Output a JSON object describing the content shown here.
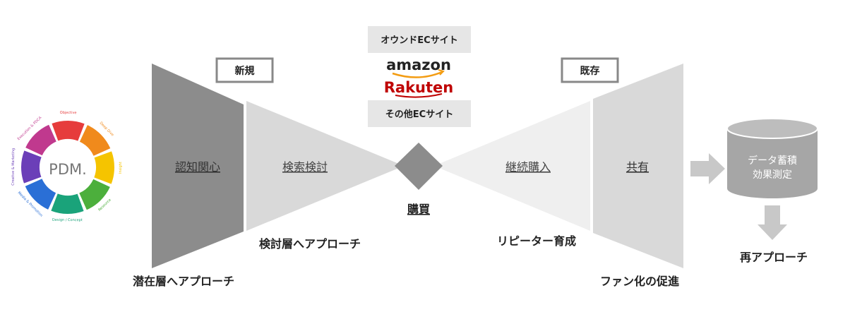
{
  "logo": {
    "brand": "PDM.",
    "segments": [
      {
        "label": "Objective",
        "color": "#e63c3c"
      },
      {
        "label": "Deep Dive",
        "color": "#f08a1c"
      },
      {
        "label": "Insight",
        "color": "#f5c400"
      },
      {
        "label": "Resource",
        "color": "#4caf3c"
      },
      {
        "label": "Design / Concept",
        "color": "#1aa37a"
      },
      {
        "label": "Media & Promotion",
        "color": "#2a6fd6"
      },
      {
        "label": "Creative & Marketing",
        "color": "#6b3fb8"
      },
      {
        "label": "Execution & PDCA",
        "color": "#c0398e"
      }
    ]
  },
  "funnel": {
    "stage1": "認知関心",
    "stage2": "検索検討",
    "stage3": "継続購入",
    "stage4": "共有",
    "center": "購買",
    "tag_new": "新規",
    "tag_existing": "既存",
    "caption_left_outer": "潜在層へアプローチ",
    "caption_left_inner": "検討層へアプローチ",
    "caption_right_inner": "リピーター育成",
    "caption_right_outer": "ファン化の促進"
  },
  "channels": {
    "owned": "オウンドECサイト",
    "amazon": "amazon",
    "rakuten": "Rakuten",
    "other": "その他ECサイト"
  },
  "database": {
    "line1": "データ蓄積",
    "line2": "効果測定",
    "caption": "再アプローチ"
  },
  "colors": {
    "dark_gray": "#8c8c8c",
    "mid_gray": "#d9d9d9",
    "light_gray": "#efefef",
    "db_gray": "#a6a6a6",
    "arrow_gray": "#c8c8c8",
    "rakuten_red": "#bf0000"
  }
}
